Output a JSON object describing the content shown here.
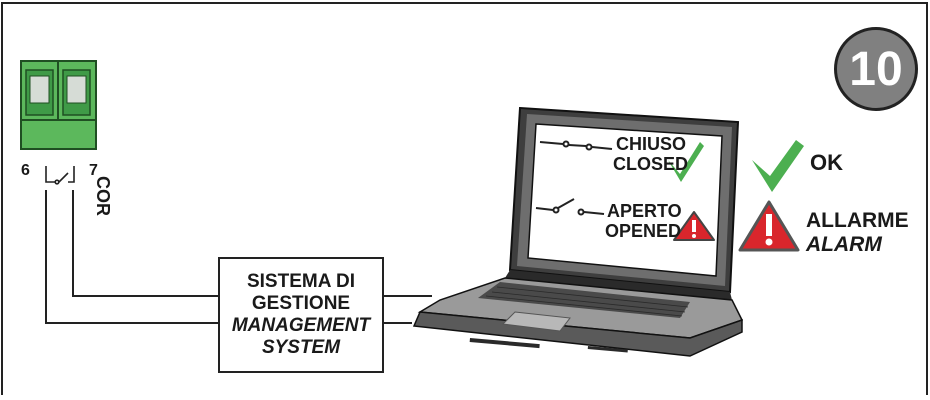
{
  "step_badge": "10",
  "terminal": {
    "pin_left": "6",
    "pin_right": "7",
    "label": "COR"
  },
  "management_box": {
    "line1": "SISTEMA DI",
    "line2": "GESTIONE",
    "line3": "MANAGEMENT",
    "line4": "SYSTEM"
  },
  "screen": {
    "closed_it": "CHIUSO",
    "closed_en": "CLOSED",
    "open_it": "APERTO",
    "open_en": "OPENED"
  },
  "legend": {
    "ok_label": "OK",
    "alarm_it": "ALLARME",
    "alarm_en": "ALARM"
  },
  "colors": {
    "terminal_green": "#5cb85c",
    "check_green": "#4caf50",
    "alarm_red": "#d9262c",
    "badge_gray": "#808080"
  }
}
